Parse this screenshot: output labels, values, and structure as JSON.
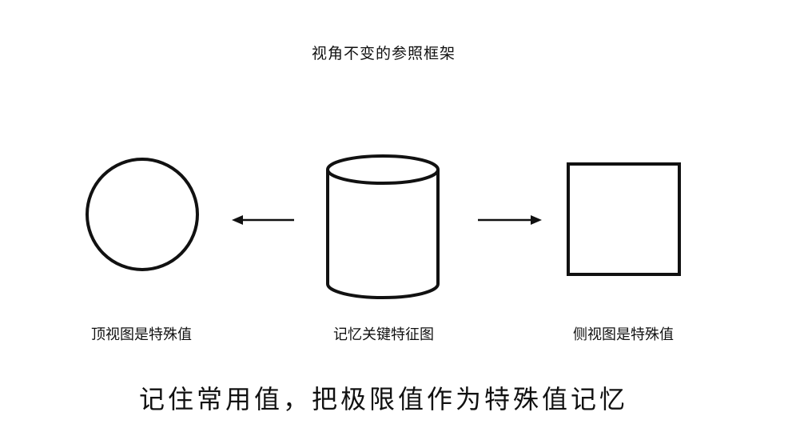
{
  "diagram": {
    "title": "视角不变的参照框架",
    "nodes": [
      {
        "shape": "circle",
        "label": "顶视图是特殊值"
      },
      {
        "shape": "cylinder",
        "label": "记忆关键特征图"
      },
      {
        "shape": "square",
        "label": "侧视图是特殊值"
      }
    ],
    "arrows": [
      {
        "from": "cylinder",
        "to": "circle"
      },
      {
        "from": "cylinder",
        "to": "square"
      }
    ],
    "caption": "记住常用值，把极限值作为特殊值记忆"
  }
}
